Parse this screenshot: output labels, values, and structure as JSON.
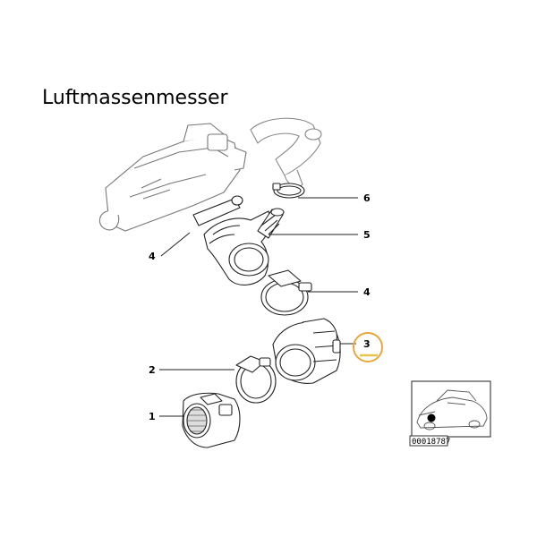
{
  "title": "Luftmassenmesser",
  "callouts": [
    {
      "id": "6",
      "label": "6"
    },
    {
      "id": "5",
      "label": "5"
    },
    {
      "id": "4a",
      "label": "4"
    },
    {
      "id": "4b",
      "label": "4"
    },
    {
      "id": "3",
      "label": "3"
    },
    {
      "id": "2",
      "label": "2"
    },
    {
      "id": "1",
      "label": "1"
    }
  ],
  "highlight": {
    "label": "3",
    "ring_color": "#e8a73a",
    "underline_color": "#e8c44a"
  },
  "thumbnail": {
    "reference": "00018787"
  }
}
